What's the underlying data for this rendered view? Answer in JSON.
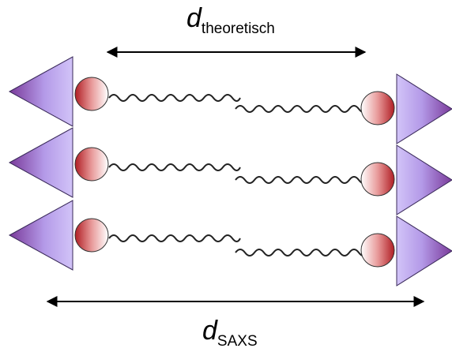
{
  "labels": {
    "theoretical": {
      "symbol": "d",
      "subscript": "theoretisch"
    },
    "saxs": {
      "symbol": "d",
      "subscript": "SAXS"
    }
  },
  "colors": {
    "triangle_fill_light": "#c8b8f4",
    "triangle_fill_dark": "#7a3a9a",
    "bead_red": "#c0282e",
    "bead_light": "#ffffff",
    "line": "#000000"
  },
  "rows": 3
}
